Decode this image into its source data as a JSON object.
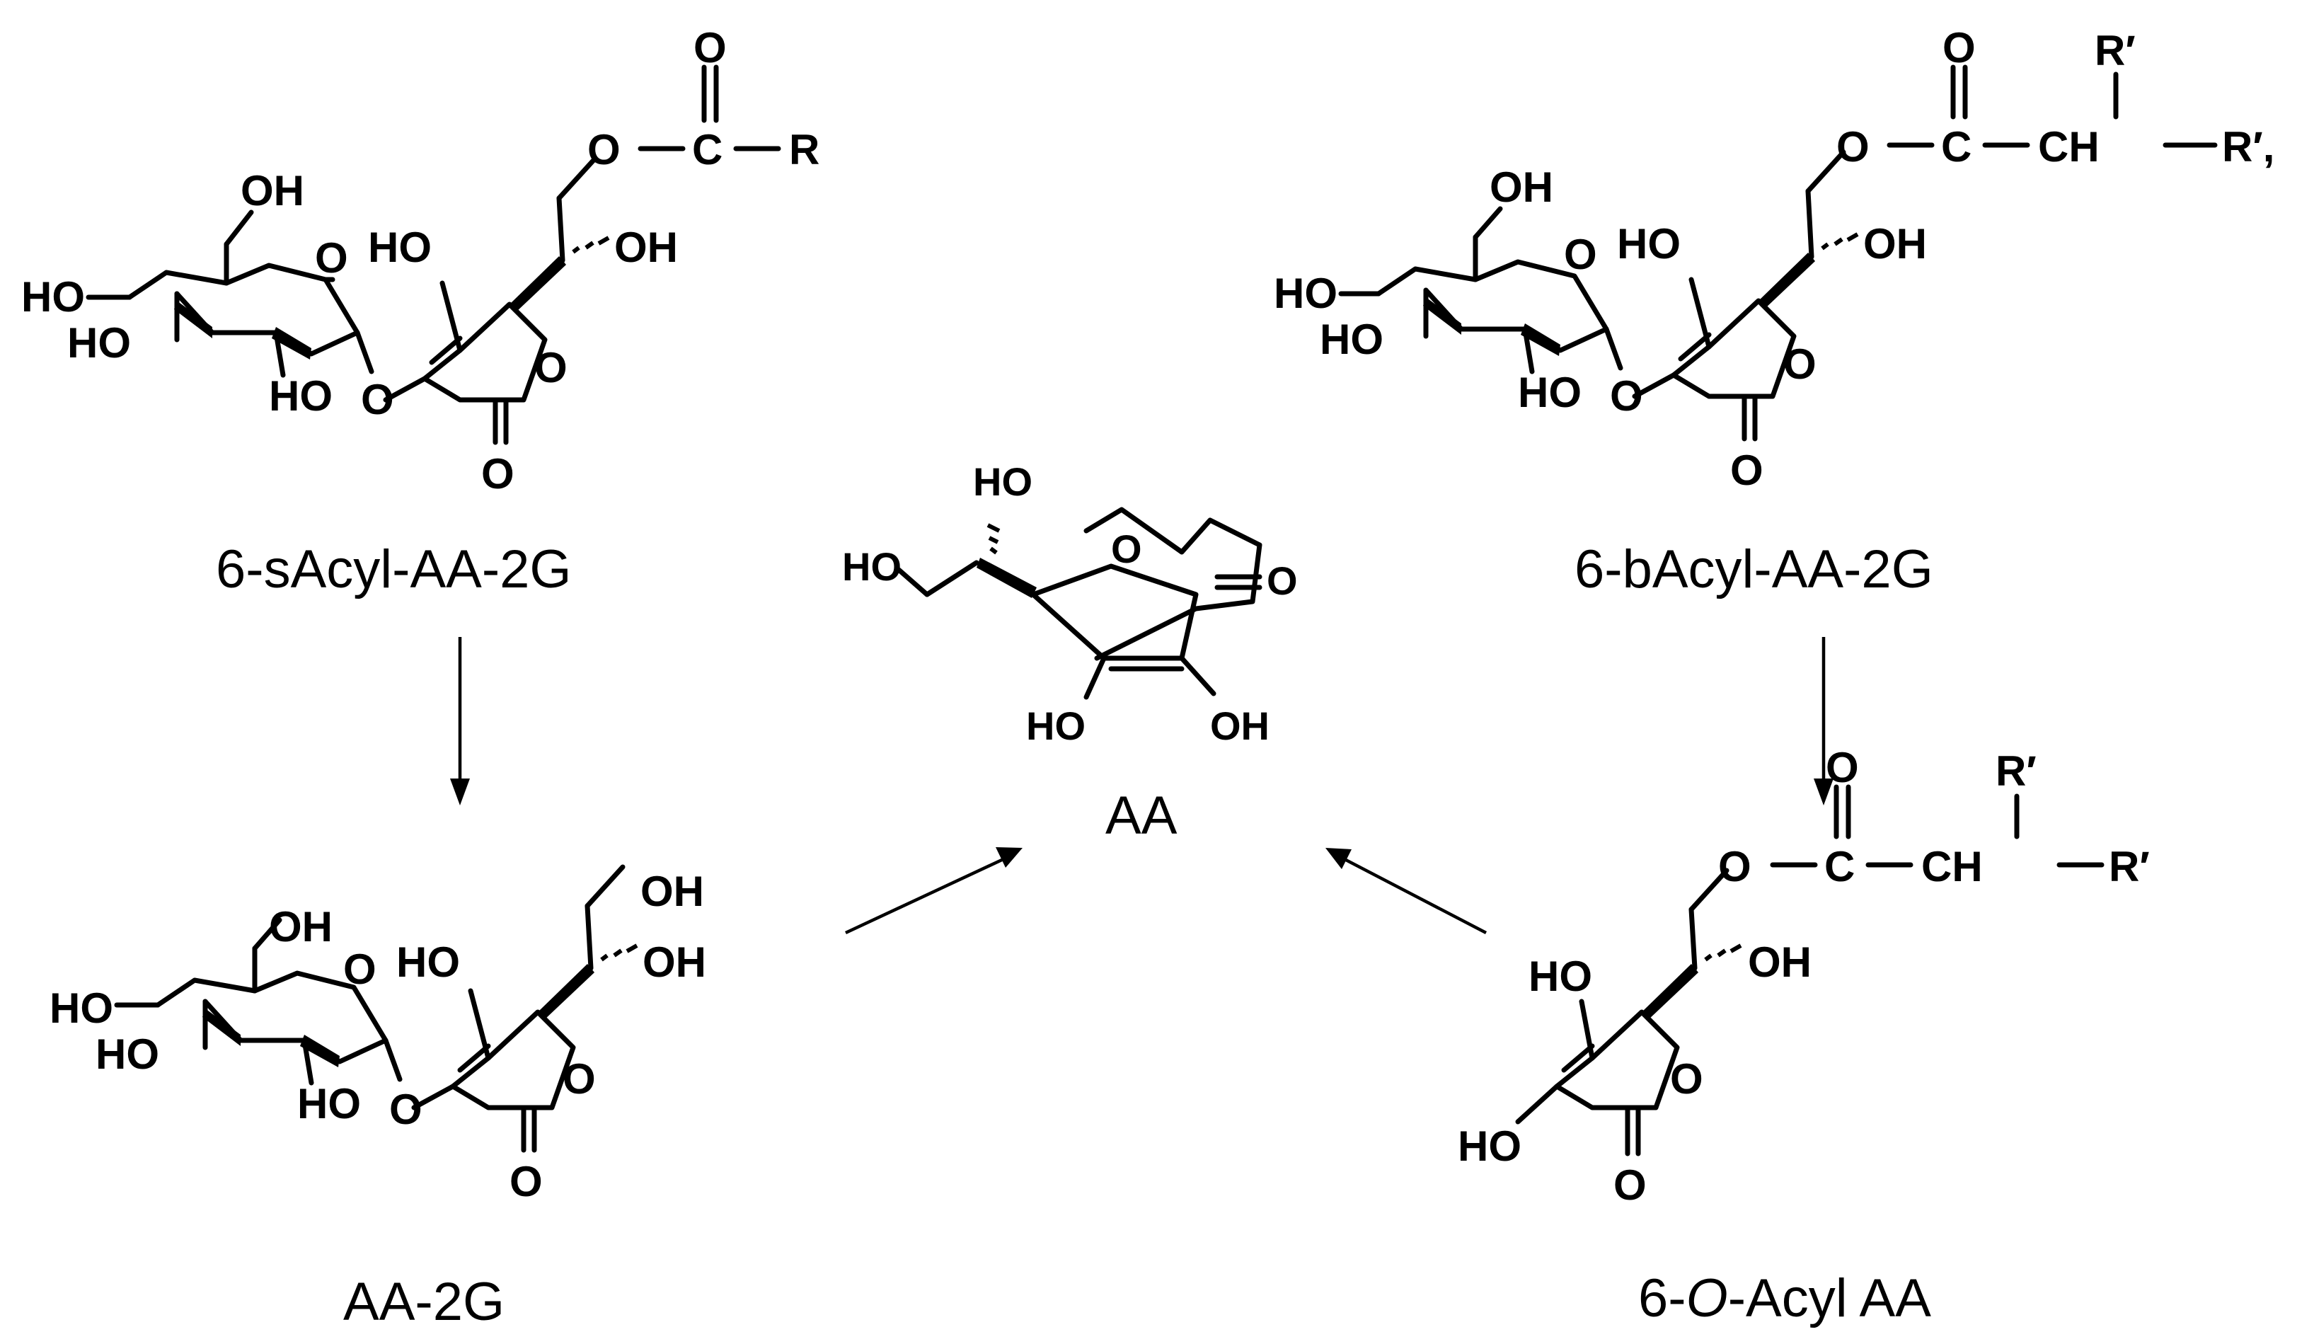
{
  "compounds": {
    "sacyl": {
      "name": "6-sAcyl-AA-2G"
    },
    "bacyl": {
      "name": "6-bAcyl-AA-2G"
    },
    "aa": {
      "name": "AA"
    },
    "aa2g": {
      "name": "AA-2G"
    },
    "oacyl": {
      "name_prefix": "6-",
      "name_italic": "O",
      "name_suffix": "-Acyl AA"
    }
  },
  "atoms": {
    "O": "O",
    "C": "C",
    "R": "R",
    "CH": "CH",
    "HO": "HO",
    "OH": "OH",
    "R_prime": "R′",
    "R_prime_comma": "R′,"
  }
}
